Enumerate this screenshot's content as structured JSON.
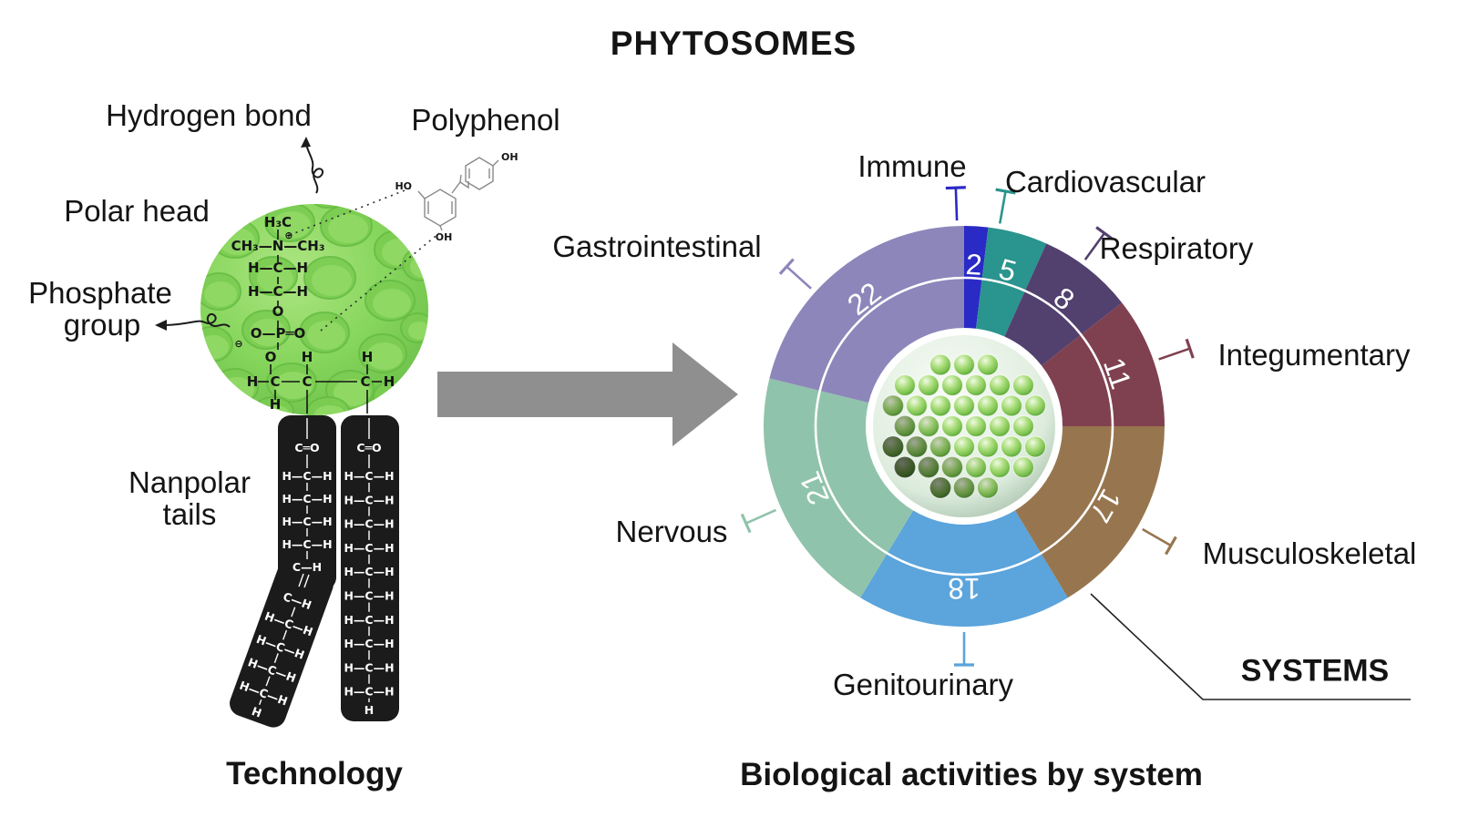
{
  "title": "PHYTOSOMES",
  "left_panel": {
    "caption": "Technology",
    "labels": {
      "hydrogen_bond": "Hydrogen bond",
      "polyphenol": "Polyphenol",
      "polar_head": "Polar head",
      "phosphate_line1": "Phosphate",
      "phosphate_line2": "group",
      "tails_line1": "Nanpolar",
      "tails_line2": "tails"
    },
    "molecule_labels": {
      "ho": "HO",
      "oh_top": "OH",
      "oh_bottom": "OH"
    },
    "head_formula": {
      "rows": [
        "H₃C",
        "CH₃—N—CH₃",
        "H—C—H",
        "H—C—H",
        "O",
        "O—P═O"
      ],
      "n_charge": "⊕",
      "p_charge": "⊖"
    },
    "backbone": {
      "row_top": [
        "O",
        "H",
        "H"
      ],
      "row_mid": [
        "H",
        "C",
        "C",
        "C",
        "H"
      ],
      "row_bottom": "H"
    },
    "tail_right": {
      "top": "C═O",
      "repeat": "H—C—H",
      "repeat_count": 10,
      "end": "H"
    },
    "tail_left": {
      "top": "C═O",
      "upper_rows": [
        "H—C—H",
        "H—C—H",
        "H—C—H",
        "H—C—H",
        "C—H"
      ],
      "lower_rows": [
        "C—H",
        "H—C—H",
        "H—C—H",
        "H—C—H",
        "H—C—H"
      ],
      "end": "H"
    }
  },
  "right_panel": {
    "caption": "Biological activities by system",
    "systems_label": "SYSTEMS"
  },
  "chart_data": {
    "type": "donut",
    "title": "Biological activities by system",
    "total": 104,
    "start_angle_deg": 0,
    "direction": "clockwise",
    "legend_position": "around",
    "segments": [
      {
        "label": "Immune",
        "value": 2,
        "color": "#2a2ac6"
      },
      {
        "label": "Cardiovascular",
        "value": 5,
        "color": "#2a948e"
      },
      {
        "label": "Respiratory",
        "value": 8,
        "color": "#52406e"
      },
      {
        "label": "Integumentary",
        "value": 11,
        "color": "#7f4150"
      },
      {
        "label": "Musculoskeletal",
        "value": 17,
        "color": "#97764f"
      },
      {
        "label": "Genitourinary",
        "value": 18,
        "color": "#5ba4dc"
      },
      {
        "label": "Nervous",
        "value": 21,
        "color": "#90c3ab"
      },
      {
        "label": "Gastrointestinal",
        "value": 22,
        "color": "#8d86ba"
      }
    ]
  }
}
